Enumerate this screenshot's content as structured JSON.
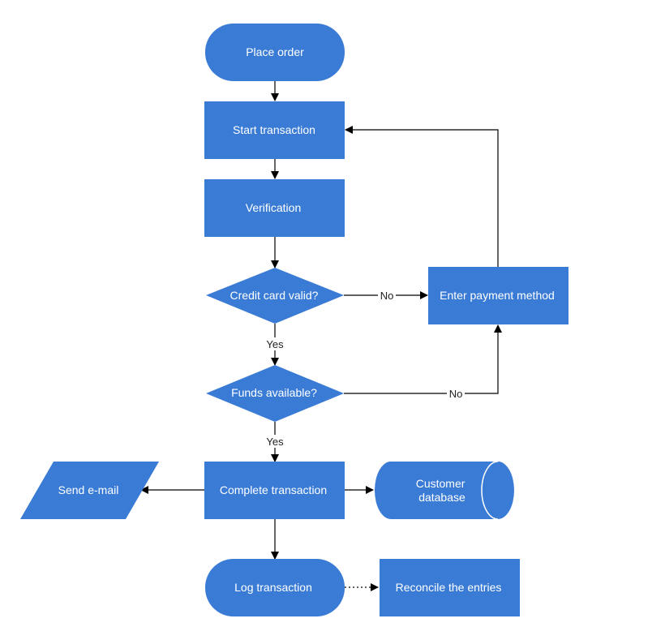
{
  "colors": {
    "node_fill": "#3a7bd5",
    "node_stroke": "#ffffff",
    "text": "#ffffff",
    "edge": "#000000"
  },
  "nodes": {
    "place_order": "Place order",
    "start_transaction": "Start transaction",
    "verification": "Verification",
    "credit_card_valid": "Credit card valid?",
    "enter_payment_method": "Enter payment method",
    "funds_available": "Funds available?",
    "complete_transaction": "Complete transaction",
    "send_email": "Send e-mail",
    "customer_database": [
      "Customer",
      "database"
    ],
    "log_transaction": "Log transaction",
    "reconcile_entries": "Reconcile the entries"
  },
  "edge_labels": {
    "card_no": "No",
    "card_yes": "Yes",
    "funds_no": "No",
    "funds_yes": "Yes"
  }
}
